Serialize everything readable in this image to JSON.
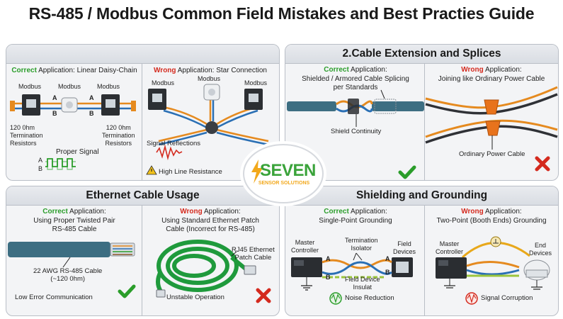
{
  "title": "RS-485 / Modbus Common Field Mistakes and Best Practies Guide",
  "logo": {
    "brand": "SEVEN",
    "tagline": "SENSOR SOLUTIONS"
  },
  "panel1": {
    "header": "",
    "correct": {
      "prefix": "Correct",
      "suffix": " Application: Linear Daisy-Chain",
      "devices": [
        "Modbus",
        "Modbus",
        "Modbus"
      ],
      "line_a": "A",
      "line_b": "B",
      "term_left": "120 0hm\nTermination\nResistors",
      "term_right": "120 0hm\nTermination\nResistors",
      "signal_label": "Proper Signal",
      "sig_a": "A",
      "sig_b": "B"
    },
    "wrong": {
      "prefix": "Wrong",
      "suffix": " Application: Star Connection",
      "devices": [
        "Modbus",
        "Modbus",
        "Modbus"
      ],
      "reflections": "Signal Reflections",
      "resistance": "High Line Resistance"
    }
  },
  "panel2": {
    "header": "2.Cable Extension and Splices",
    "correct": {
      "prefix": "Correct",
      "suffix": " Application:",
      "desc": "Shielded / Armored Cable Splicing\nper Standards",
      "note": "Shield Continuity"
    },
    "wrong": {
      "prefix": "Wrong",
      "suffix": " Application:",
      "desc": "Joining like Ordinary Power Cable",
      "note": "Ordinary Power Cable"
    }
  },
  "panel3": {
    "header": "Ethernet Cable Usage",
    "correct": {
      "prefix": "Correct",
      "suffix": " Application:",
      "desc": "Using Proper Twisted Pair\nRS-485 Cable",
      "cable": "22 AWG RS-485 Cable\n(~120 0hm)",
      "note": "Low Error Communication"
    },
    "wrong": {
      "prefix": "Wrong",
      "suffix": " Application:",
      "desc": "Using Standard Ethernet Patch\nCable (Incorrect for RS-485)",
      "cable": "RJ45 Ethernet\nPatch Cable",
      "note": "Unstable Operation"
    }
  },
  "panel4": {
    "header": "Shielding and Grounding",
    "correct": {
      "prefix": "Correct",
      "suffix": " Application:",
      "desc": "Single-Point Grounding",
      "master": "Master\nController",
      "isolator": "Termination\nIsolator",
      "field": "Field\nDevices",
      "insulat": "Field Device\nInsulat",
      "note": "Noise Reduction",
      "a": "A",
      "b": "B",
      "a2": "A",
      "b2": "B"
    },
    "wrong": {
      "prefix": "Wrong",
      "suffix": " Application:",
      "desc": "Two-Point (Booth Ends) Grounding",
      "master": "Master\nController",
      "end": "End\nDevices",
      "note": "Signal Corruption"
    }
  },
  "colors": {
    "ok": "#2a9d2a",
    "bad": "#d42a1e",
    "cableA": "#e58a1f",
    "cableB": "#2a6fb4",
    "shield": "#3d6e82"
  }
}
